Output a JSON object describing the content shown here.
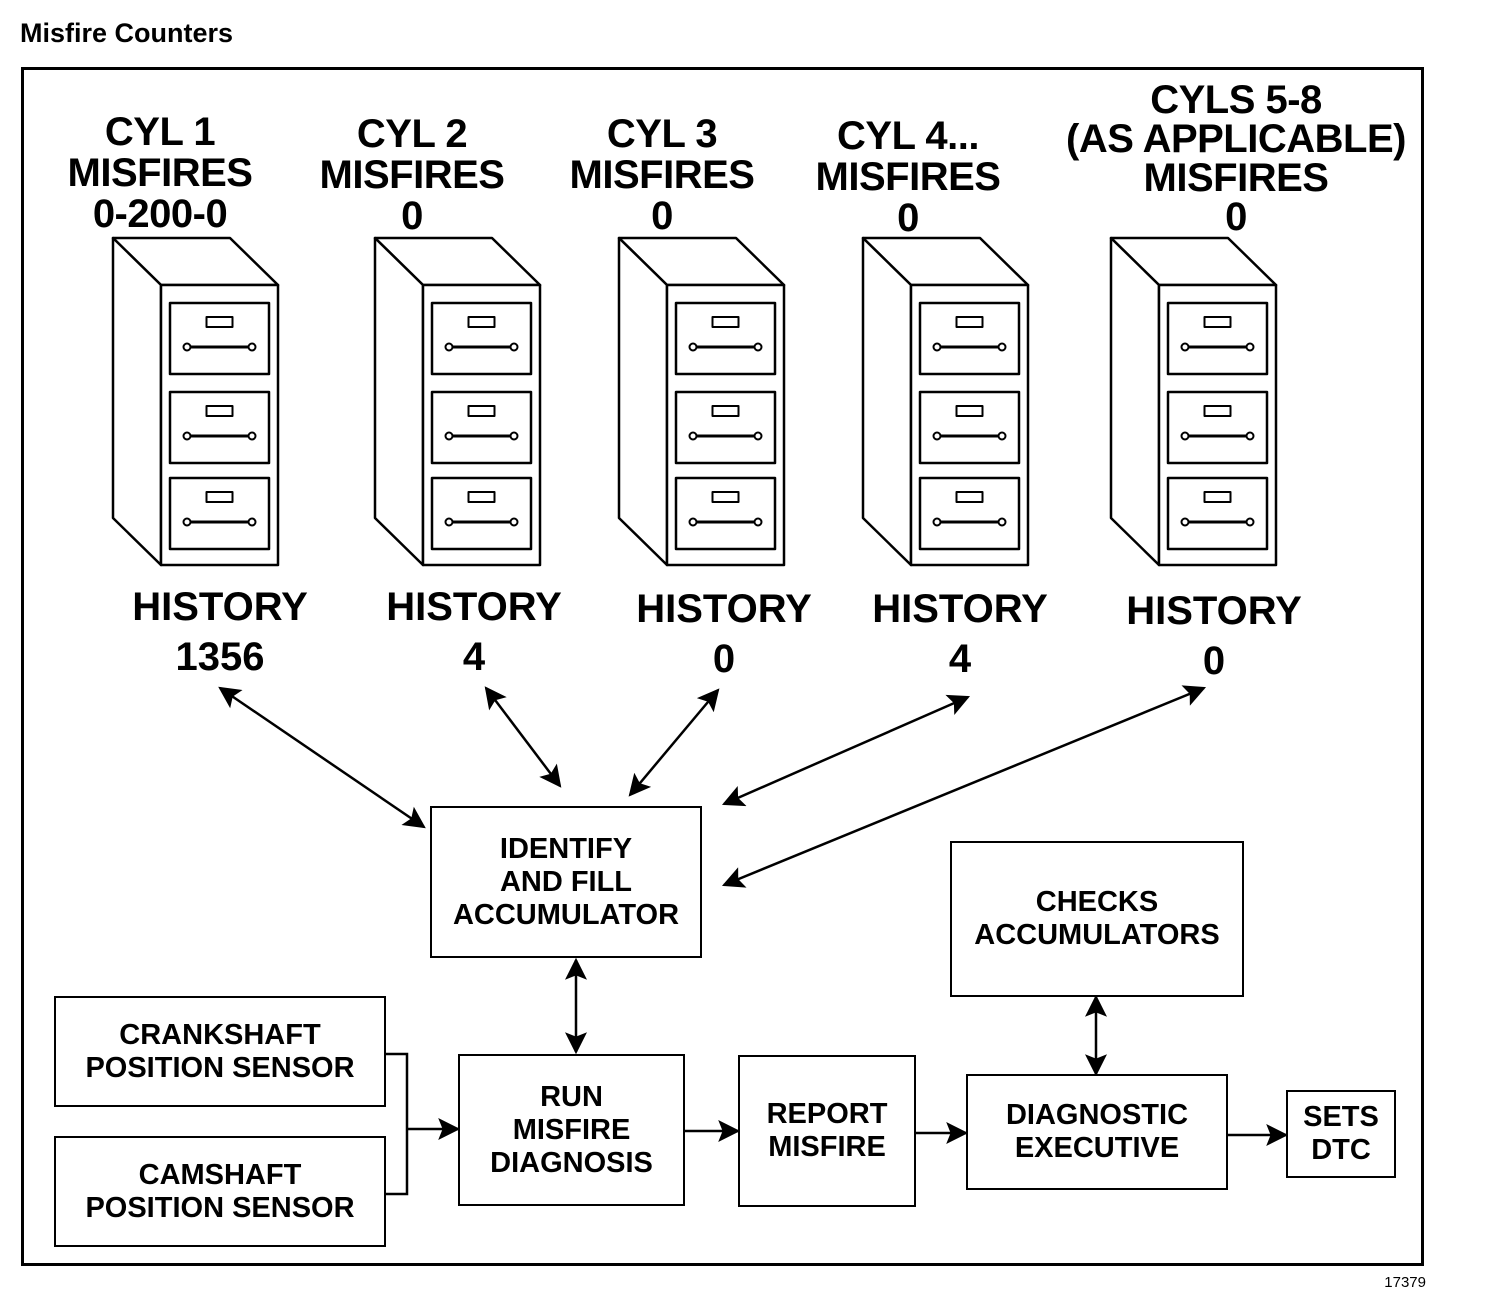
{
  "page_title": "Misfire Counters",
  "figure_number": "17379",
  "cylinders": [
    {
      "lines": [
        "CYL 1",
        "MISFIRES",
        "0-200-0"
      ],
      "history_label": "HISTORY",
      "history_value": "1356"
    },
    {
      "lines": [
        "CYL 2",
        "MISFIRES",
        "0"
      ],
      "history_label": "HISTORY",
      "history_value": "4"
    },
    {
      "lines": [
        "CYL 3",
        "MISFIRES",
        "0"
      ],
      "history_label": "HISTORY",
      "history_value": "0"
    },
    {
      "lines": [
        "CYL 4...",
        "MISFIRES",
        "0"
      ],
      "history_label": "HISTORY",
      "history_value": "4"
    },
    {
      "lines": [
        "CYLS 5-8",
        "(AS APPLICABLE)",
        "MISFIRES",
        "0"
      ],
      "history_label": "HISTORY",
      "history_value": "0"
    }
  ],
  "boxes": {
    "identify": "IDENTIFY\nAND FILL\nACCUMULATOR",
    "checks": "CHECKS\nACCUMULATORS",
    "crankshaft": "CRANKSHAFT\nPOSITION SENSOR",
    "camshaft": "CAMSHAFT\nPOSITION SENSOR",
    "run": "RUN\nMISFIRE\nDIAGNOSIS",
    "report": "REPORT\nMISFIRE",
    "executive": "DIAGNOSTIC\nEXECUTIVE",
    "sets_dtc": "SETS\nDTC"
  }
}
